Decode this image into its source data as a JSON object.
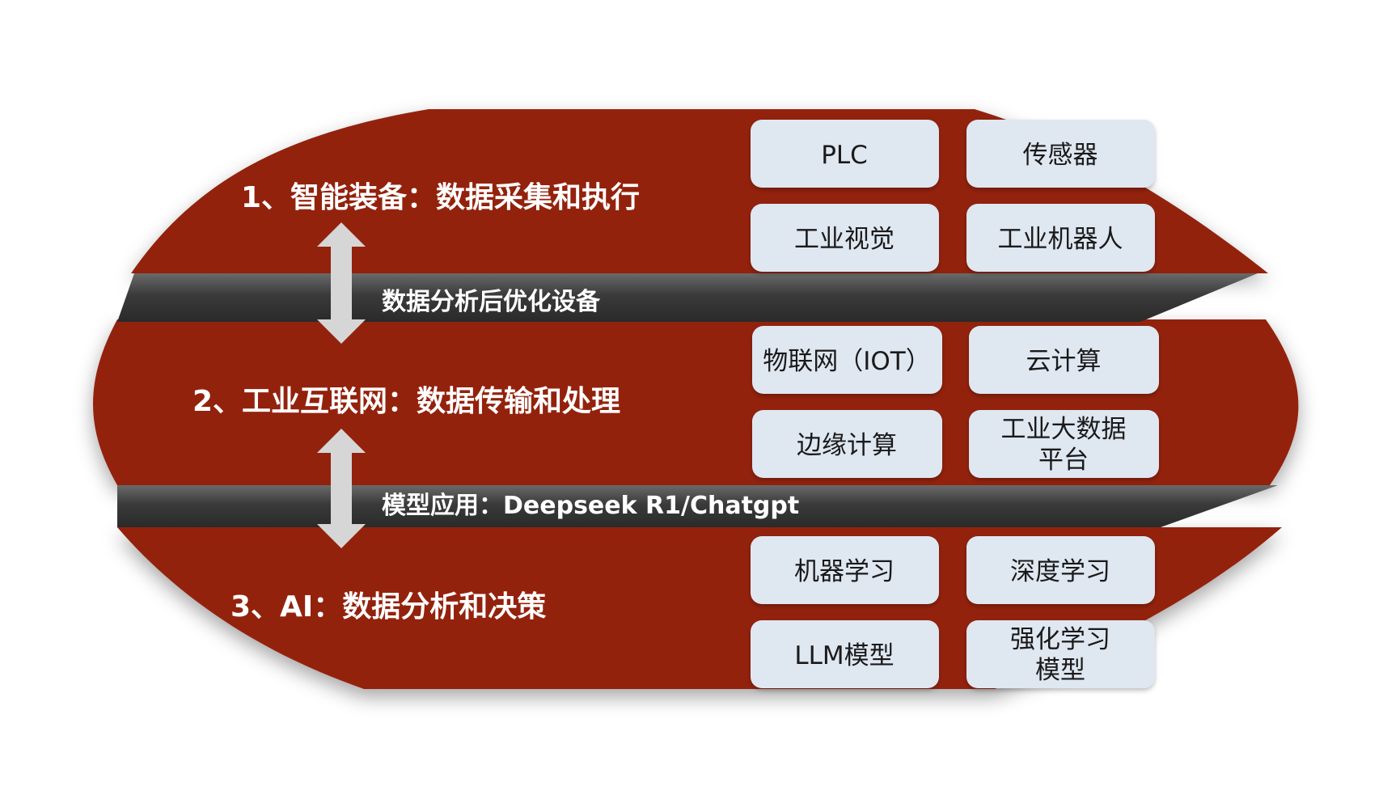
{
  "colors": {
    "layer": "#93200d",
    "band": "#3f3f3f",
    "box": "#dfe7f1",
    "arrow": "#d6d6d6",
    "text_light": "#ffffff",
    "text_dark": "#1a1a1a"
  },
  "layers": [
    {
      "title": "1、智能装备：数据采集和执行",
      "boxes": [
        "PLC",
        "传感器",
        "工业视觉",
        "工业机器人"
      ]
    },
    {
      "title": "2、工业互联网：数据传输和处理",
      "boxes": [
        "物联网（IOT）",
        "云计算",
        "边缘计算",
        "工业大数据\n平台"
      ]
    },
    {
      "title": "3、AI：数据分析和决策",
      "boxes": [
        "机器学习",
        "深度学习",
        "LLM模型",
        "强化学习\n模型"
      ]
    }
  ],
  "bands": [
    {
      "label": "数据分析后优化设备",
      "arrow_icon": "double-arrow-vertical-icon"
    },
    {
      "label": "模型应用：Deepseek R1/Chatgpt",
      "arrow_icon": "double-arrow-vertical-icon"
    }
  ]
}
